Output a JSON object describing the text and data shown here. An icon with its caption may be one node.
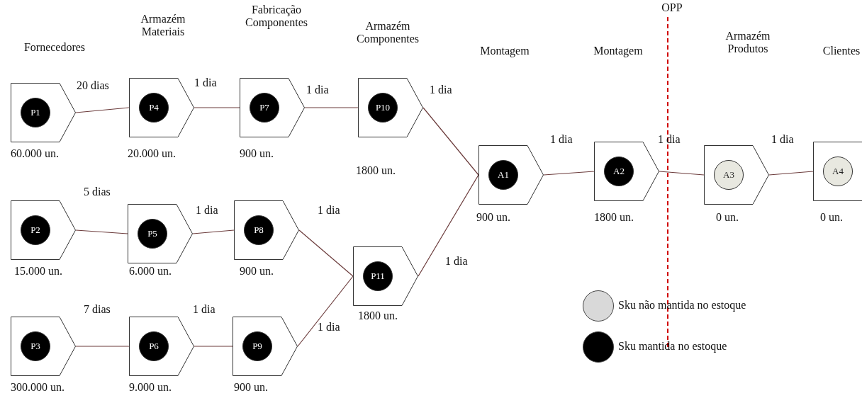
{
  "diagram": {
    "nodes": [
      {
        "text": [
          "P1"
        ],
        "beside": [
          "60.000 un."
        ]
      },
      {
        "text": [
          "P4"
        ],
        "beside": [
          "20.000 un."
        ]
      },
      {
        "text": [
          "P7"
        ],
        "beside": [
          "900 un."
        ]
      },
      {
        "text": [
          "P10"
        ],
        "beside": [
          "1800 un."
        ]
      },
      {
        "text": [
          "A1"
        ],
        "beside": [
          "900 un."
        ]
      },
      {
        "text": [
          "A2"
        ],
        "beside": [
          "1800 un."
        ]
      },
      {
        "text": [
          "A3"
        ],
        "beside": [
          "0 un."
        ]
      },
      {
        "text": [
          "A4"
        ],
        "beside": [
          "0 un."
        ]
      },
      {
        "text": [
          "P2"
        ],
        "beside": [
          "15.000 un."
        ]
      },
      {
        "text": [
          "P5"
        ],
        "beside": [
          "6.000 un."
        ]
      },
      {
        "text": [
          "P8"
        ],
        "beside": [
          "900 un."
        ]
      },
      {
        "text": [
          "P11"
        ],
        "beside": [
          "1800 un."
        ]
      },
      {
        "text": [
          "P3"
        ],
        "beside": [
          "300.000 un."
        ]
      },
      {
        "text": [
          "P6"
        ],
        "beside": [
          "9.000 un."
        ]
      },
      {
        "text": [
          "P9"
        ],
        "beside": [
          "900 un."
        ]
      }
    ],
    "edges": [
      {
        "from": 0,
        "to": 1,
        "arrow": "none",
        "label": "20 dias"
      },
      {
        "from": 1,
        "to": 2,
        "arrow": "none",
        "label": "1 dia"
      },
      {
        "from": 2,
        "to": 3,
        "arrow": "none",
        "label": "1 dia"
      },
      {
        "from": 3,
        "to": 4,
        "arrow": "none",
        "label": "1 dia"
      },
      {
        "from": 4,
        "to": 5,
        "arrow": "none",
        "label": "1 dia"
      },
      {
        "from": 5,
        "to": 6,
        "arrow": "none",
        "label": "1 dia"
      },
      {
        "from": 6,
        "to": 7,
        "arrow": "none",
        "label": "1 dia"
      },
      {
        "from": 8,
        "to": 9,
        "arrow": "none",
        "label": "5 dias"
      },
      {
        "from": 9,
        "to": 10,
        "arrow": "none",
        "label": "1 dia"
      },
      {
        "from": 10,
        "to": 11,
        "arrow": "none",
        "label": "1 dia"
      },
      {
        "from": 11,
        "to": 4,
        "arrow": "none",
        "label": "1 dia"
      },
      {
        "from": 12,
        "to": 13,
        "arrow": "none",
        "label": "7 dias"
      },
      {
        "from": 13,
        "to": 14,
        "arrow": "none",
        "label": "1 dia"
      },
      {
        "from": 14,
        "to": 11,
        "arrow": "none",
        "label": "1 dia"
      }
    ],
    "labels": [
      "OPP",
      "Fornecedores",
      "Armazém Materiais",
      "Fabricação Componentes",
      "Armazém Componentes",
      "Montagem",
      "Montagem",
      "Armazém Produtos",
      "Clientes"
    ],
    "legend": [
      {
        "text": "Sku não mantida no estoque",
        "color": "#d9d9d9"
      },
      {
        "text": "Sku mantida no estoque",
        "color": "#000000"
      }
    ]
  }
}
